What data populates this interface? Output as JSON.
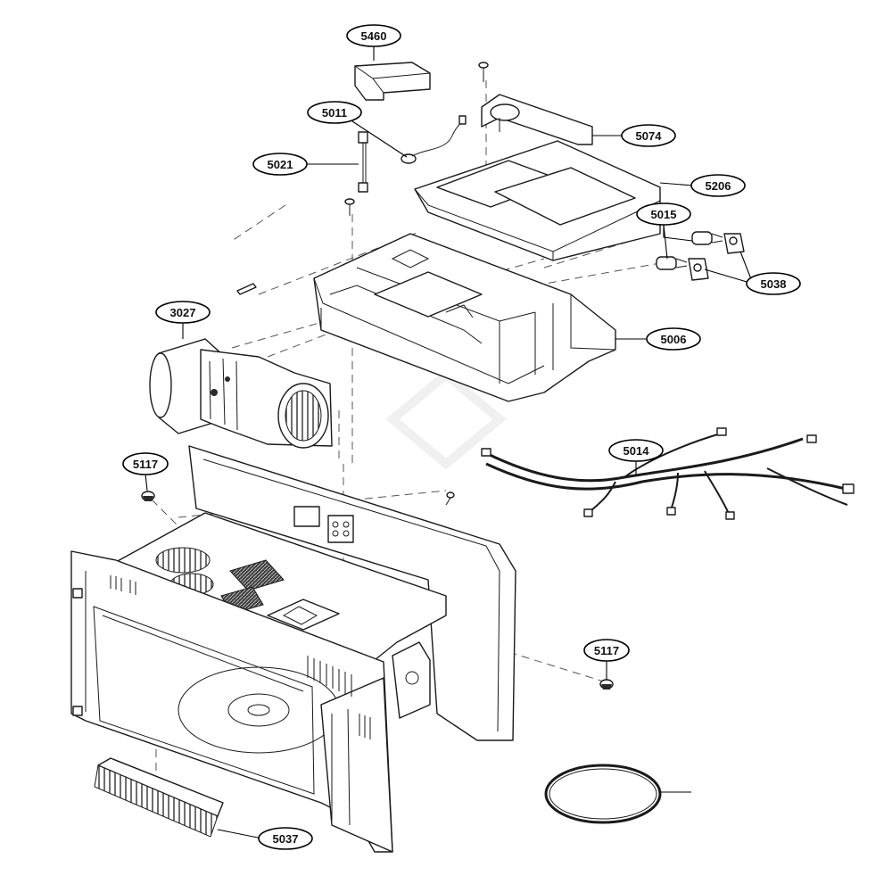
{
  "callouts": [
    {
      "id": "c-5460",
      "label": "5460"
    },
    {
      "id": "c-5011",
      "label": "5011"
    },
    {
      "id": "c-5074",
      "label": "5074"
    },
    {
      "id": "c-5021",
      "label": "5021"
    },
    {
      "id": "c-5206",
      "label": "5206"
    },
    {
      "id": "c-5015",
      "label": "5015"
    },
    {
      "id": "c-5038",
      "label": "5038"
    },
    {
      "id": "c-3027",
      "label": "3027"
    },
    {
      "id": "c-5006",
      "label": "5006"
    },
    {
      "id": "c-5014",
      "label": "5014"
    },
    {
      "id": "c-5117a",
      "label": "5117"
    },
    {
      "id": "c-5117b",
      "label": "5117"
    },
    {
      "id": "c-5037",
      "label": "5037"
    }
  ]
}
